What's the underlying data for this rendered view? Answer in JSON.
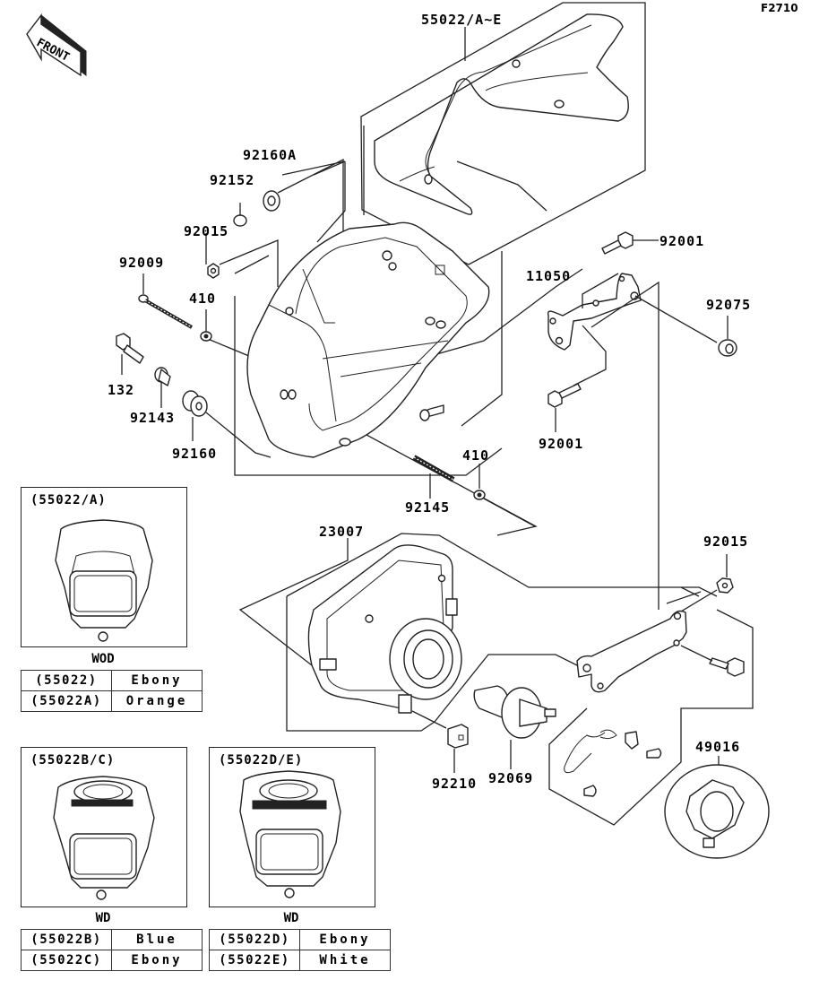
{
  "figure_id": "F2710",
  "front_indicator": {
    "label": "FRONT",
    "icon": "front-arrow-icon"
  },
  "callouts": [
    {
      "id": "c-55022-ae",
      "part": "55022/A~E"
    },
    {
      "id": "c-92160a",
      "part": "92160A"
    },
    {
      "id": "c-92152",
      "part": "92152"
    },
    {
      "id": "c-92015-top",
      "part": "92015"
    },
    {
      "id": "c-92009",
      "part": "92009"
    },
    {
      "id": "c-410-left",
      "part": "410"
    },
    {
      "id": "c-132",
      "part": "132"
    },
    {
      "id": "c-92143",
      "part": "92143"
    },
    {
      "id": "c-92160",
      "part": "92160"
    },
    {
      "id": "c-92001-top",
      "part": "92001"
    },
    {
      "id": "c-11050",
      "part": "11050"
    },
    {
      "id": "c-92075",
      "part": "92075"
    },
    {
      "id": "c-92001-bottom",
      "part": "92001"
    },
    {
      "id": "c-92145",
      "part": "92145"
    },
    {
      "id": "c-410-mid",
      "part": "410"
    },
    {
      "id": "c-23007",
      "part": "23007"
    },
    {
      "id": "c-92015-right",
      "part": "92015"
    },
    {
      "id": "c-92210",
      "part": "92210"
    },
    {
      "id": "c-92069",
      "part": "92069"
    },
    {
      "id": "c-49016",
      "part": "49016"
    }
  ],
  "variants": [
    {
      "title": "(55022/A)",
      "code": "WOD",
      "rows": [
        {
          "part": "(55022)",
          "color": "Ebony"
        },
        {
          "part": "(55022A)",
          "color": "Orange"
        }
      ]
    },
    {
      "title": "(55022B/C)",
      "code": "WD",
      "rows": [
        {
          "part": "(55022B)",
          "color": "Blue"
        },
        {
          "part": "(55022C)",
          "color": "Ebony"
        }
      ]
    },
    {
      "title": "(55022D/E)",
      "code": "WD",
      "rows": [
        {
          "part": "(55022D)",
          "color": "Ebony"
        },
        {
          "part": "(55022E)",
          "color": "White"
        }
      ]
    }
  ]
}
